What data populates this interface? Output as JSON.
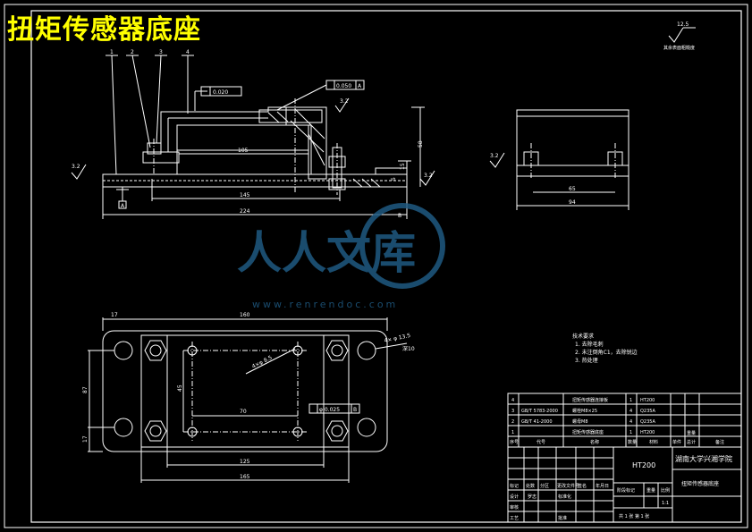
{
  "title": "扭矩传感器底座",
  "front_view": {
    "balloons": [
      "1",
      "2",
      "3",
      "4"
    ],
    "flatness": "0.020",
    "parallel": "0.050",
    "datum_a": "A",
    "datum_b": "B",
    "roughness_top": "3.2",
    "roughness_left": "3.2",
    "roughness_right": "3.2",
    "dim_105": "105",
    "dim_145": "145",
    "dim_224": "224",
    "dim_58": "58",
    "dim_15": "15",
    "dim_5": "5"
  },
  "side_view": {
    "roughness": "3.2",
    "dim_65": "65",
    "dim_94": "94"
  },
  "corner_note": {
    "roughness": "12.5",
    "text": "其余表面粗糙度"
  },
  "plan_view": {
    "dim_17_top": "17",
    "dim_160": "160",
    "dim_87": "87",
    "dim_17_left": "17",
    "dim_45": "45",
    "dim_70": "70",
    "dim_125": "125",
    "dim_165": "165",
    "hole_note_a": "4×φ 8.5",
    "hole_note_b": "4× φ 13.5",
    "hole_note_c": "深10",
    "position_tol": "φ 0.025",
    "position_datum": "B"
  },
  "tech_notes": {
    "heading": "技术要求",
    "line1": "1. 去除毛刺",
    "line2": "2. 未注倒角C1，去除锐边",
    "line3": "3. 热处理"
  },
  "watermark": {
    "brand": "人人文库",
    "url": "www.renrendoc.com"
  },
  "parts_table": {
    "rows": [
      [
        "4",
        "",
        "扭矩传感器连接板",
        "1",
        "HT200"
      ],
      [
        "3",
        "GB/T 5783-2000",
        "螺栓M8×25",
        "4",
        "Q235A"
      ],
      [
        "2",
        "GB/T 41-2000",
        "螺母M8",
        "4",
        "Q235A"
      ],
      [
        "1",
        "",
        "扭矩传感器底座",
        "1",
        "HT200"
      ]
    ],
    "header": [
      "序号",
      "代号",
      "名称",
      "数量",
      "材料",
      "单件",
      "总计",
      "备注"
    ],
    "mass_label": "重量"
  },
  "title_block": {
    "material": "HT200",
    "school": "湖南大学兴湘学院",
    "drawing_name": "扭矩传感器底座",
    "labels_left": [
      "标记",
      "处数",
      "分区",
      "更改文件号",
      "签名",
      "年月日"
    ],
    "labels_row2": [
      "设计",
      "罗志",
      "",
      "标准化",
      "",
      ""
    ],
    "labels_row3": [
      "审核",
      "",
      "",
      "",
      "",
      ""
    ],
    "labels_row4": [
      "工艺",
      "",
      "",
      "批准",
      "",
      ""
    ],
    "stage_mark": "阶段标记",
    "weight": "重量",
    "scale": "比例",
    "scale_value": "1:1",
    "sheets": "共 1 张  第 1 张"
  },
  "colors": {
    "background": "#000000",
    "lines": "#ffffff",
    "title": "#ffff00",
    "watermark": "#1f5a82"
  }
}
